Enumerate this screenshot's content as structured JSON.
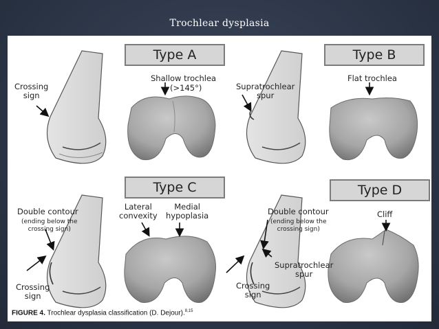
{
  "slide": {
    "title": "Trochlear dysplasia"
  },
  "panels": {
    "a": {
      "title": "Type A",
      "label_main": "Shallow trochlea",
      "label_angle": "(>145°)",
      "label_crossing": "Crossing\nsign"
    },
    "b": {
      "title": "Type B",
      "label_main": "Flat trochlea",
      "label_spur": "Supratrochlear\nspur"
    },
    "c": {
      "title": "Type C",
      "label_lateral": "Lateral\nconvexity",
      "label_medial": "Medial\nhypoplasia",
      "label_double": "Double contour",
      "label_double_note": "(ending below the\ncrossing sign)",
      "label_crossing": "Crossing\nsign"
    },
    "d": {
      "title": "Type D",
      "label_cliff": "Cliff",
      "label_double": "Double contour",
      "label_double_note": "(ending below the\ncrossing sign)",
      "label_spur": "Supratrochlear\nspur",
      "label_crossing": "Crossing\nsign"
    }
  },
  "caption": {
    "figure": "FIGURE 4.",
    "text": "Trochlear dysplasia classification (D. Dejour).",
    "refs": "8,15"
  },
  "colors": {
    "background": "#2f3a4d",
    "panel": "#ffffff",
    "bone": "#b9b9b9",
    "box": "#d6d6d6"
  }
}
